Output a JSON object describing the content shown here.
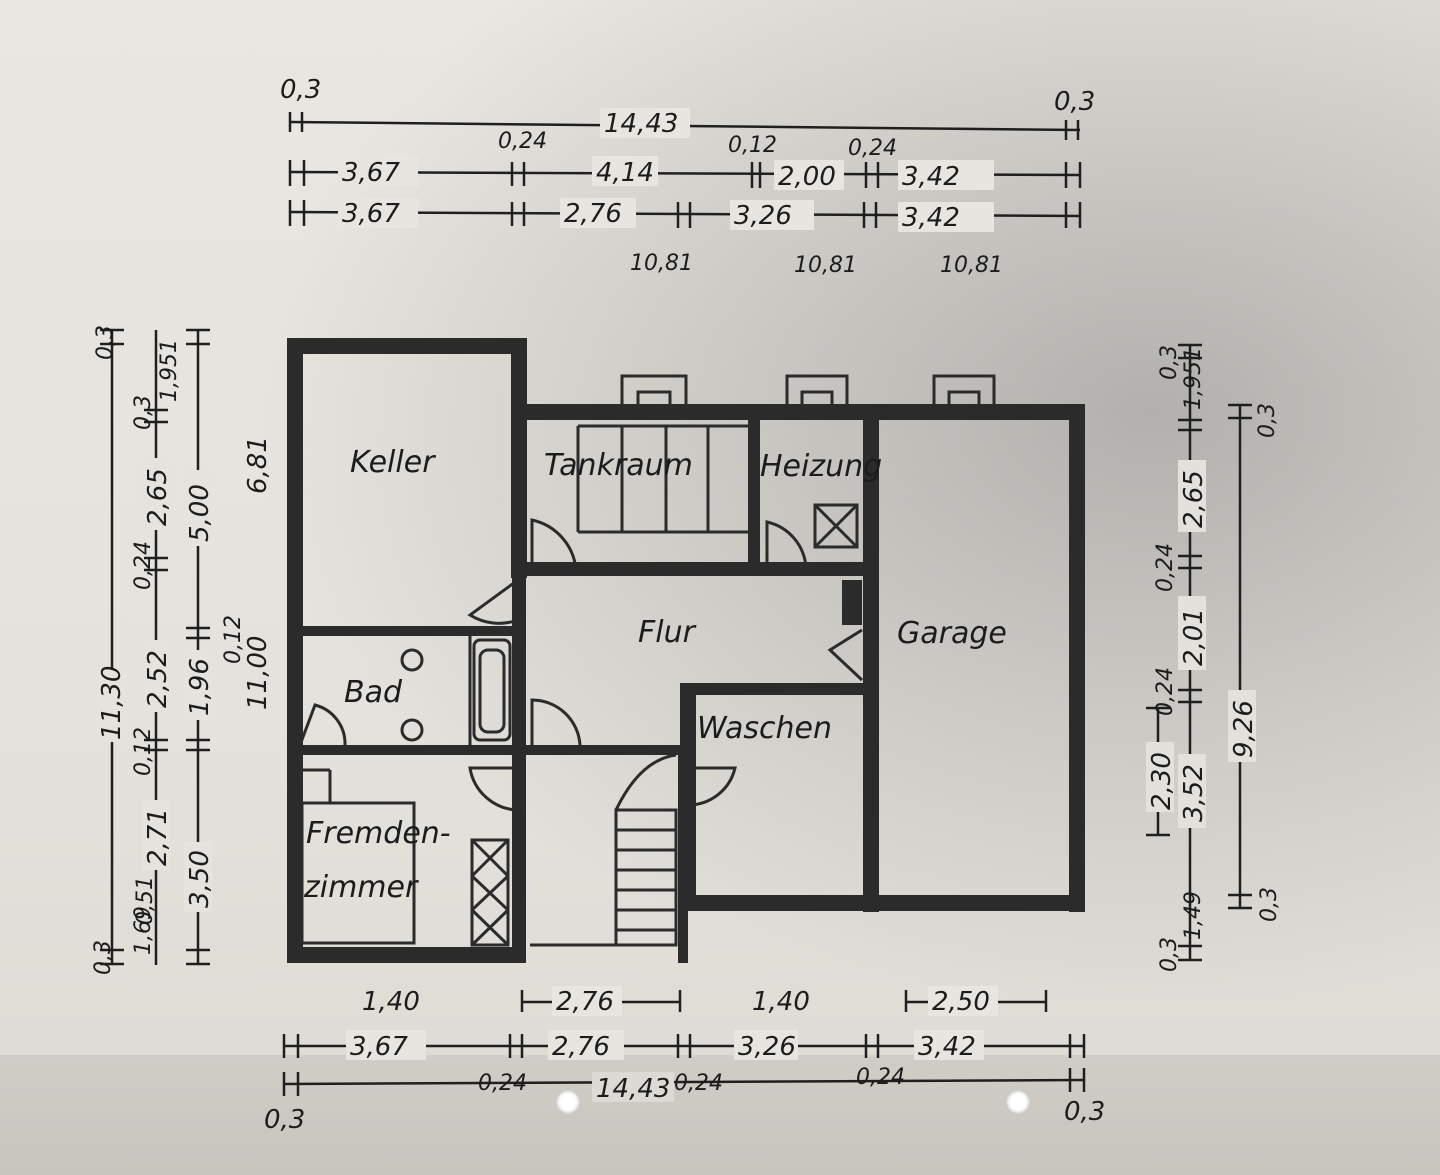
{
  "rooms": {
    "keller": "Keller",
    "tankraum": "Tankraum",
    "heizung": "Heizung",
    "flur": "Flur",
    "garage": "Garage",
    "bad": "Bad",
    "waschen": "Waschen",
    "fremden_line1": "Fremden-",
    "fremden_line2": "zimmer"
  },
  "top_dims": {
    "edge_left": "0,3",
    "edge_right": "0,3",
    "overall": "14,43",
    "wall_1": "0,24",
    "wall_2": "0,12",
    "wall_3": "0,24",
    "row1": [
      "3,67",
      "4,14",
      "2,00",
      "3,42"
    ],
    "row2": [
      "3,67",
      "2,76",
      "3,26",
      "3,42"
    ],
    "windows": [
      "10,81",
      "10,81",
      "10,81"
    ]
  },
  "bottom_dims": {
    "openings": [
      "1,40",
      "2,76",
      "1,40",
      "2,50"
    ],
    "row": [
      "3,67",
      "2,76",
      "3,26",
      "3,42"
    ],
    "overall": "14,43",
    "wall_1": "0,24",
    "wall_2": "0,24",
    "wall_3": "0,24",
    "edge_left": "0,3",
    "edge_right": "0,3"
  },
  "left_dims": {
    "overall": "11,30",
    "col1": [
      "2,65",
      "2,52",
      "2,71"
    ],
    "col2": [
      "5,00",
      "1,96",
      "3,50"
    ],
    "walls": [
      "0,24",
      "0,12",
      "0,12",
      "0,3",
      "0,3",
      "0,3"
    ],
    "small": [
      "1,951",
      "1,69",
      "0,51"
    ],
    "window_a": "6,81",
    "window_b": "11,00"
  },
  "right_dims": {
    "overall": "9,26",
    "col1": [
      "2,65",
      "2,01",
      "2,30",
      "3,52"
    ],
    "walls": [
      "0,24",
      "0,24",
      "0,3",
      "0,3",
      "0,3",
      "0,3"
    ],
    "small": [
      "1,951",
      "1,49"
    ]
  }
}
